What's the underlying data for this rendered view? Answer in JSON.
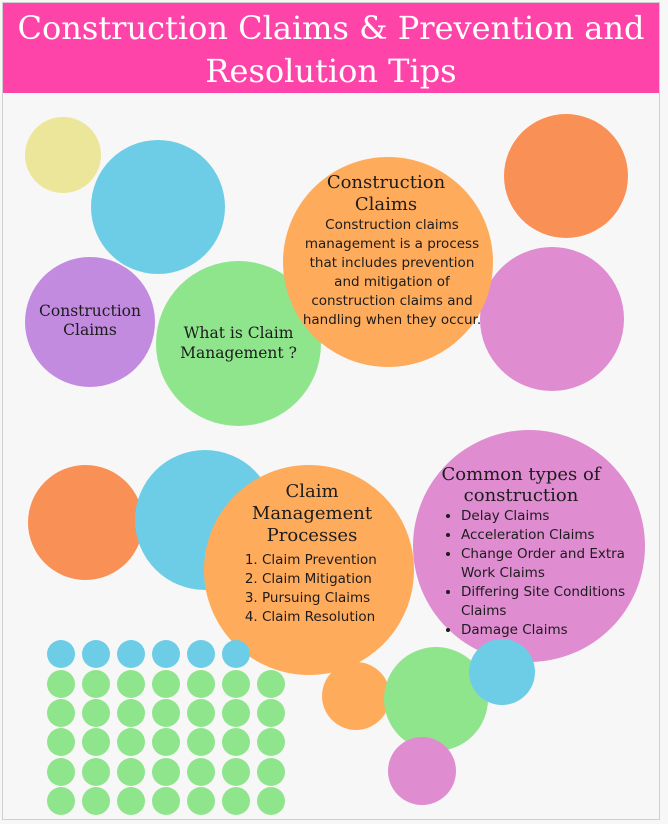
{
  "title": "Construction Claims & Prevention and Resolution Tips",
  "colors": {
    "header": "#ff44a9",
    "yellow": "#ebe699",
    "blue": "#6dcde6",
    "purple": "#c28be0",
    "green": "#8fe58c",
    "orange": "#ffab5c",
    "deep_orange": "#f99056",
    "pink": "#df8cd1"
  },
  "bubble_construction_claims": "Construction Claims",
  "bubble_what_is": "What is Claim Management ?",
  "definition": {
    "heading": "Construction Claims",
    "body": "Construction claims management is a process that includes prevention and mitigation of construction claims and handling when they occur."
  },
  "processes": {
    "heading": "Claim Management Processes",
    "items": [
      "Claim Prevention",
      "Claim Mitigation",
      "Pursuing Claims",
      "Claim Resolution"
    ]
  },
  "types": {
    "heading": "Common types of construction",
    "items": [
      "Delay Claims",
      "Acceleration Claims",
      "Change Order and Extra Work Claims",
      "Differing Site Conditions Claims",
      "Damage Claims"
    ]
  }
}
